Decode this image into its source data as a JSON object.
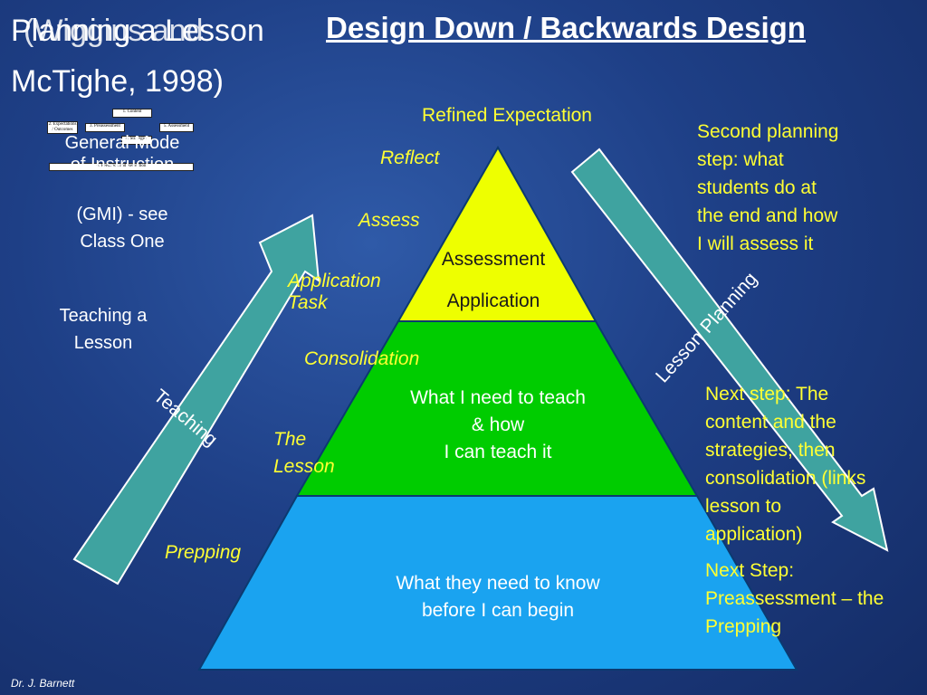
{
  "title_left": {
    "line1": "Planning a Lesson",
    "line1_overlap": "(Wiggins and",
    "line2": "McTighe, 1998)"
  },
  "title_right": "Design Down / Backwards Design",
  "gmi": {
    "line1": "General Mode",
    "line2": "of Instruction",
    "line3": "(GMI)  - see",
    "line4": "Class One",
    "mini_boxes": [
      "1. Content",
      "2. Expectations / Outcomes",
      "3. Preassessment",
      "4. Strategies",
      "5. Assessment",
      "6. Feedback and Reflection"
    ]
  },
  "teaching_a_lesson": [
    "Teaching a",
    "Lesson"
  ],
  "arrows": {
    "left": "Teaching",
    "right": "Lesson Planning"
  },
  "pyramid": {
    "top_label": "Refined Expectation",
    "tier_top": [
      "Assessment",
      "Application"
    ],
    "tier_middle": [
      "What I need to teach",
      "& how",
      "I can teach it"
    ],
    "tier_bottom": [
      "What they need to know",
      "before I can begin"
    ]
  },
  "stages": {
    "reflect": "Reflect",
    "assess": "Assess",
    "application_task": [
      "Application",
      "Task"
    ],
    "consolidation": "Consolidation",
    "the_lesson": [
      "The",
      "Lesson"
    ],
    "prepping": "Prepping"
  },
  "notes": {
    "second": [
      "Second planning",
      "step: what",
      "students do at",
      "the end and how",
      "I will assess it"
    ],
    "next1": [
      "Next step: The",
      "content and the",
      "strategies, then",
      "consolidation (links",
      "lesson to",
      "application)"
    ],
    "next2": [
      "Next Step:",
      "Preassessment – the",
      "Prepping"
    ]
  },
  "footer": "Dr. J. Barnett",
  "colors": {
    "background": "#1e3f86",
    "tier_top": "#eeff00",
    "tier_middle": "#00cc00",
    "tier_bottom": "#1aa3f0",
    "arrow": "#3fa3a0",
    "stage_text": "#ffff33"
  }
}
